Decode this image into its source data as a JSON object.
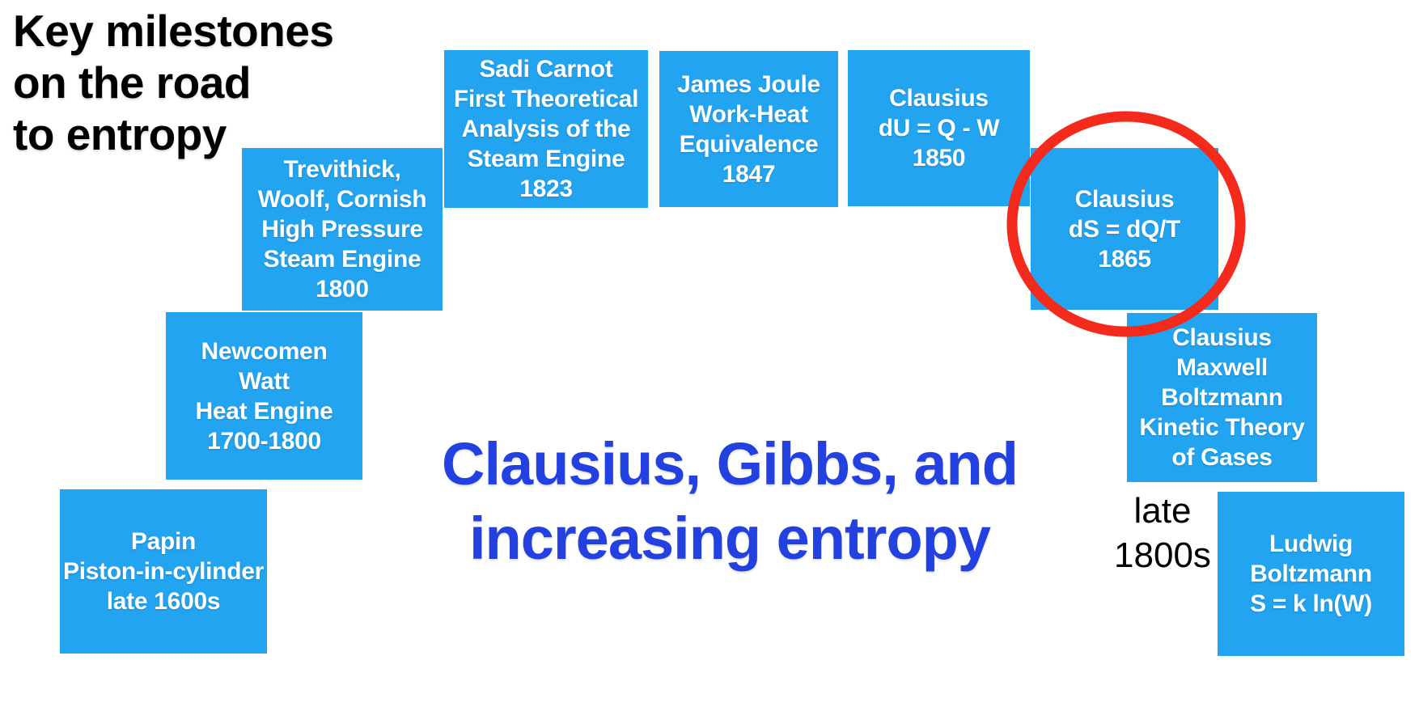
{
  "slide": {
    "background_color": "#ffffff",
    "title": {
      "text": "Key milestones\non the road\nto entropy",
      "color": "#000000"
    },
    "headline": {
      "text": "Clausius, Gibbs, and\nincreasing entropy",
      "color": "#2340E0"
    },
    "era_label": {
      "text": "late\n1800s",
      "color": "#000000"
    },
    "milestone_style": {
      "box_color": "#23A4F1",
      "text_color": "#ffffff"
    },
    "milestones": [
      {
        "id": "papin",
        "text": "Papin\nPiston-in-cylinder\nlate 1600s"
      },
      {
        "id": "newcomen",
        "text": "Newcomen\nWatt\nHeat Engine\n1700-1800"
      },
      {
        "id": "trevithick",
        "text": "Trevithick,\nWoolf, Cornish\nHigh Pressure\nSteam Engine\n1800"
      },
      {
        "id": "carnot",
        "text": "Sadi Carnot\nFirst Theoretical\nAnalysis of the\nSteam Engine\n1823"
      },
      {
        "id": "joule",
        "text": "James Joule\nWork-Heat\nEquivalence\n1847"
      },
      {
        "id": "clausius-du",
        "text": "Clausius\ndU = Q - W\n1850"
      },
      {
        "id": "clausius-ds",
        "text": "Clausius\ndS = dQ/T\n1865"
      },
      {
        "id": "maxwell",
        "text": "Clausius\nMaxwell\nBoltzmann\nKinetic Theory\nof Gases"
      },
      {
        "id": "boltzmann",
        "text": "Ludwig\nBoltzmann\nS = k ln(W)"
      }
    ],
    "annotation_circle": {
      "color": "#F42A1C",
      "highlights": "clausius-ds"
    }
  }
}
